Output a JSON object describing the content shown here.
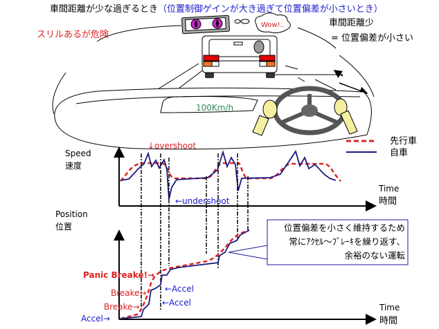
{
  "title": {
    "part1": "車間距離が少な過ぎるとき",
    "part2": "（位置制御ゲインが大き過ぎて位置偏差が小さいとき）"
  },
  "scene": {
    "thrill_label": "スリルあるが危険",
    "wow_label": "Wow!..",
    "gap_label_1": "車間距離少",
    "gap_label_2": "= 位置偏差が小さい",
    "speedometer": "100Km/h"
  },
  "speed_chart": {
    "ylabel_en": "Speed",
    "ylabel_ja": "速度",
    "xlabel_en": "Time",
    "xlabel_ja": "時間",
    "overshoot": "↓overshoot",
    "undershoot": "←undershoot"
  },
  "legend": {
    "leader": "先行車",
    "own": "自車"
  },
  "position_chart": {
    "ylabel_en": "Position",
    "ylabel_ja": "位置",
    "xlabel_en": "Time",
    "xlabel_ja": "時間",
    "panic": "Panic Breake!→",
    "breake1": "Breake→",
    "breake2": "Breake→",
    "accel0": "Accel→",
    "accel1": "←Accel",
    "accel2": "←Accel",
    "note": [
      "位置偏差を小さく維持するため",
      "常にｱｸｾﾙ～ﾌﾞﾚｰｷを繰り返す、",
      "余裕のない運転"
    ]
  },
  "colors": {
    "leader": "#dd2222",
    "own": "#1a1a80",
    "note_border": "#1a1a99",
    "speed_text": "#2e8b57"
  }
}
